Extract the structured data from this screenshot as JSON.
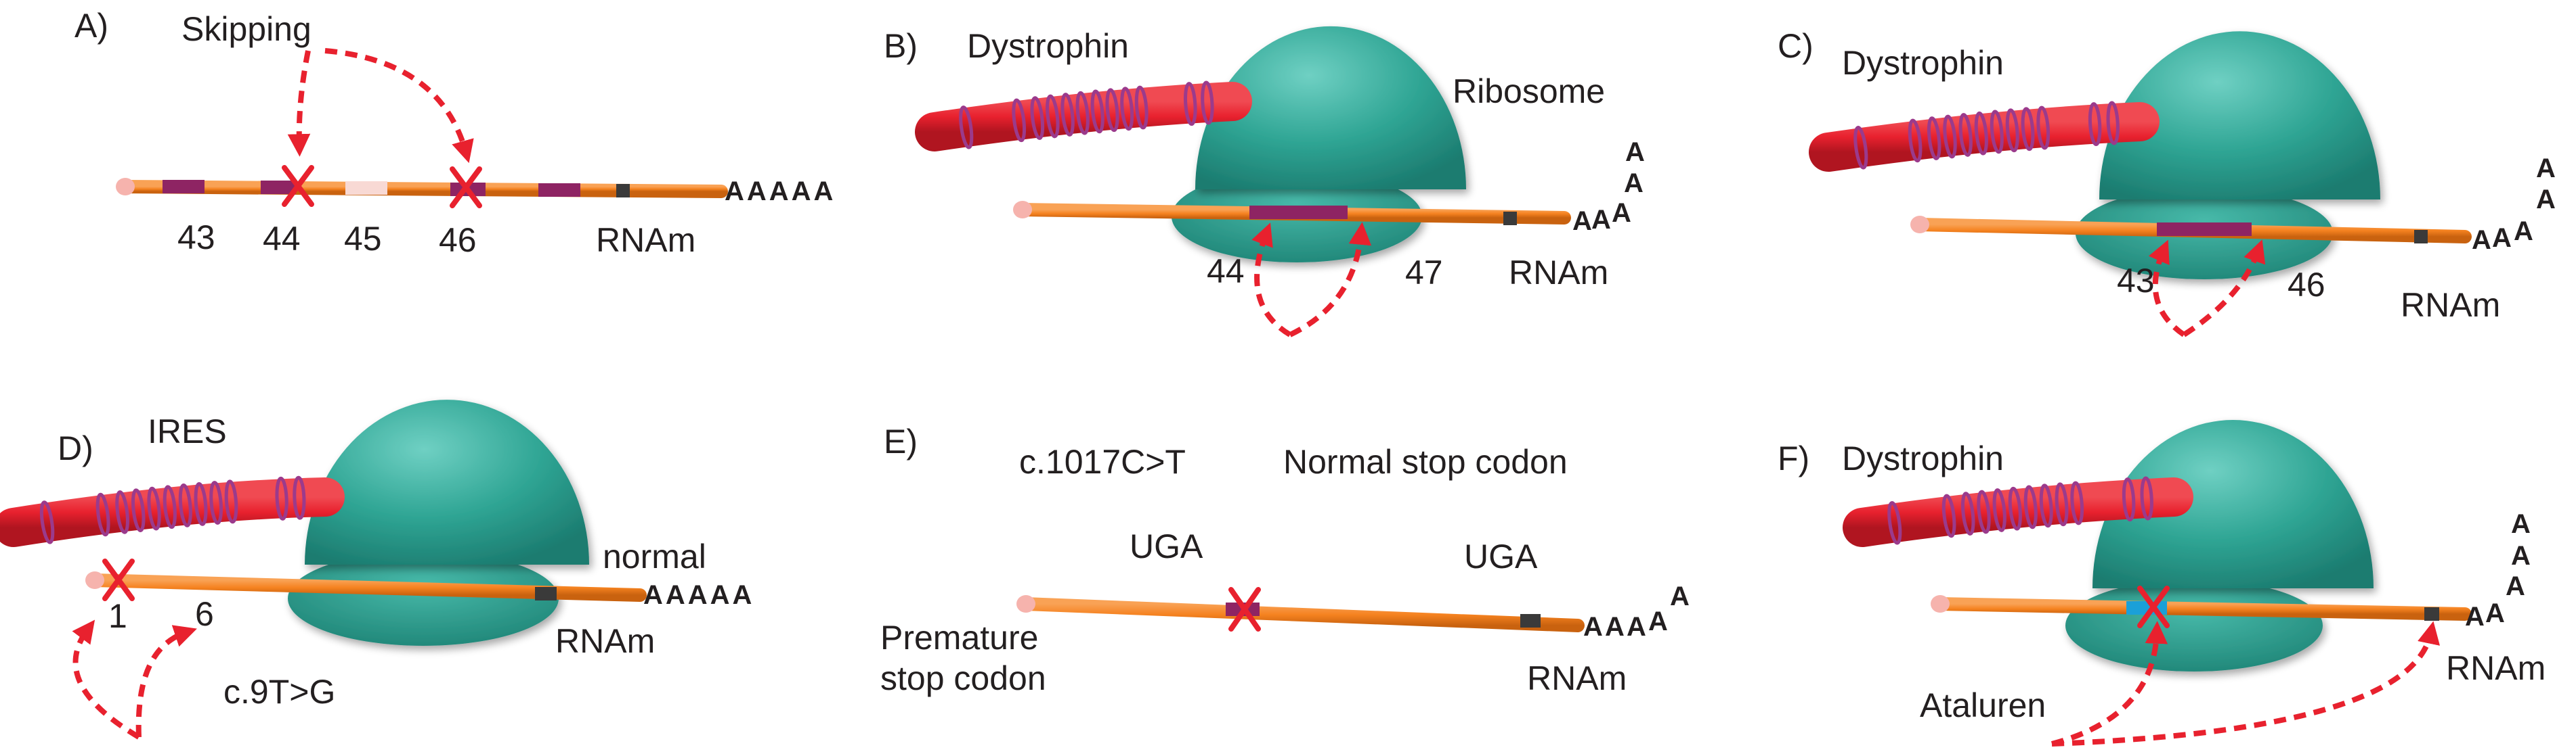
{
  "colors": {
    "mrna": "#f58220",
    "mrna_cap": "#f6b3ad",
    "exon": "#8e2463",
    "exon_light": "#f8d9d4",
    "stop": "#3a3a3a",
    "ribosome": "#2fa594",
    "protein": "#e8212e",
    "protein_ring": "#9b3a8c",
    "arrow": "#e8212e",
    "blue_segment": "#1ba0d8",
    "text": "#231f20"
  },
  "panels": {
    "A": {
      "label": "A)",
      "skipping": "Skipping",
      "exons": [
        "43",
        "44",
        "45",
        "46"
      ],
      "rnam": "RNAm",
      "polyA": "AAAAA"
    },
    "B": {
      "label": "B)",
      "protein": "Dystrophin",
      "ribosome": "Ribosome",
      "exons": [
        "44",
        "47"
      ],
      "rnam": "RNAm",
      "polyA": [
        "A",
        "A",
        "A",
        "A",
        "A"
      ]
    },
    "C": {
      "label": "C)",
      "protein": "Dystrophin",
      "exons": [
        "43",
        "46"
      ],
      "rnam": "RNAm",
      "polyA": [
        "A",
        "A",
        "A",
        "A",
        "A"
      ]
    },
    "D": {
      "label": "D)",
      "ires": "IRES",
      "normal": "normal",
      "exons": [
        "1",
        "6"
      ],
      "mutation": "c.9T>G",
      "rnam": "RNAm",
      "polyA": "AAAAA"
    },
    "E": {
      "label": "E)",
      "mutation": "c.1017C>T",
      "normal_stop": "Normal stop codon",
      "codon_1": "UGA",
      "codon_2": "UGA",
      "premature_1": "Premature",
      "premature_2": "stop codon",
      "rnam": "RNAm",
      "polyA": [
        "A",
        "A",
        "A",
        "A",
        "A"
      ]
    },
    "F": {
      "label": "F)",
      "protein": "Dystrophin",
      "drug": "Ataluren",
      "rnam": "RNAm",
      "polyA": [
        "A",
        "A",
        "A",
        "A",
        "A"
      ]
    }
  }
}
